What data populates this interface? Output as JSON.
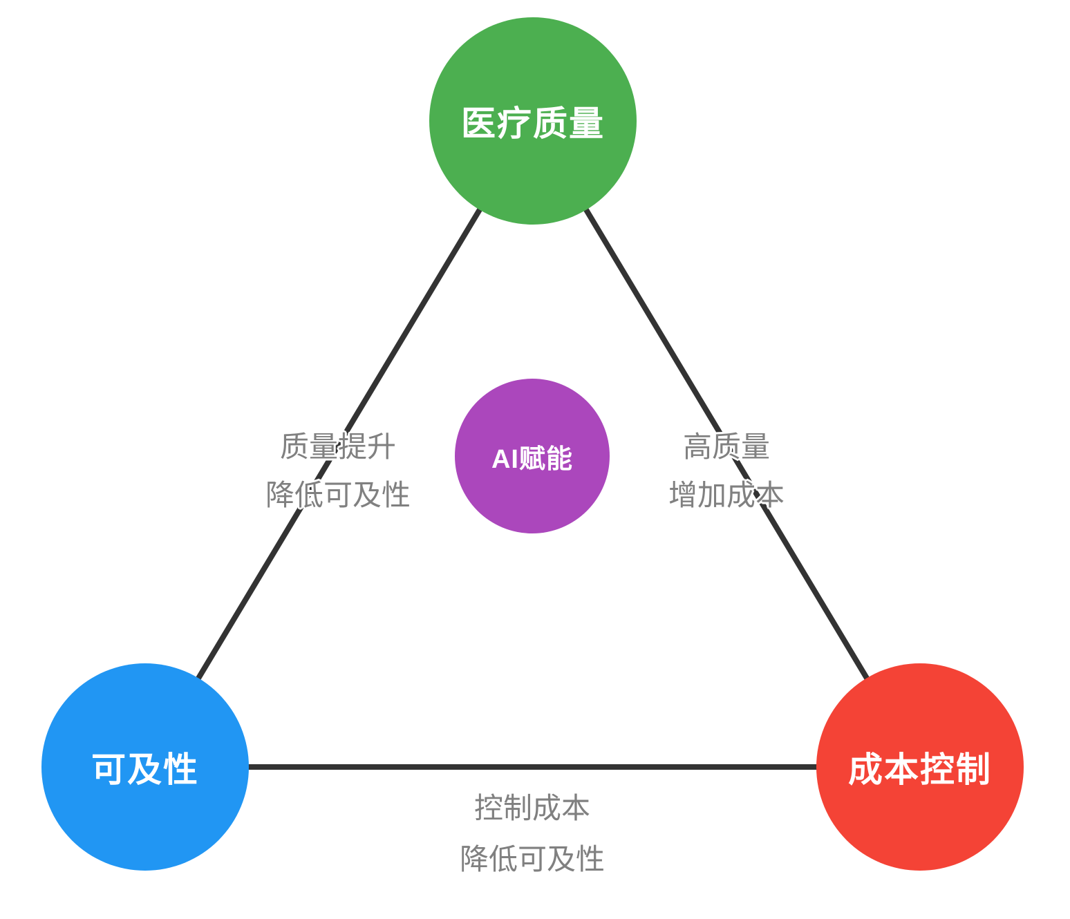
{
  "diagram": {
    "nodes": {
      "quality": {
        "label": "医疗质量",
        "color": "#4caf50"
      },
      "access": {
        "label": "可及性",
        "color": "#2196f3"
      },
      "cost": {
        "label": "成本控制",
        "color": "#f44336"
      },
      "ai": {
        "label": "AI赋能",
        "color": "#ab47bc"
      }
    },
    "edge_labels": {
      "left": {
        "line1": "质量提升",
        "line2": "降低可及性"
      },
      "right": {
        "line1": "高质量",
        "line2": "增加成本"
      },
      "bottom": {
        "line1": "控制成本",
        "line2": "降低可及性"
      }
    },
    "colors": {
      "line": "#333333",
      "edge_label_text": "#808080",
      "node_text": "#ffffff",
      "background": "#ffffff"
    }
  }
}
